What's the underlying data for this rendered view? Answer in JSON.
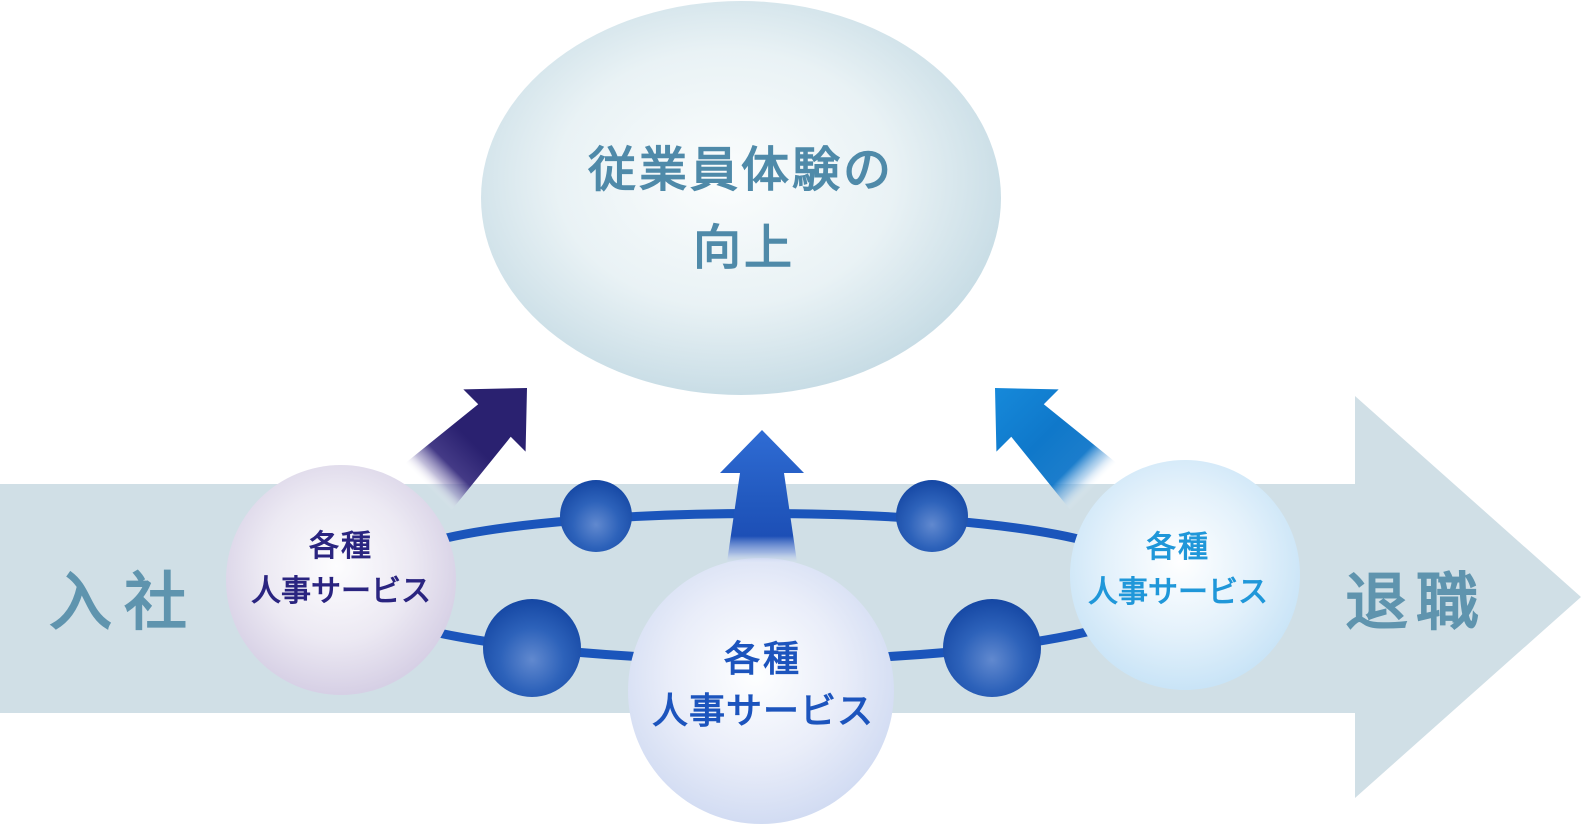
{
  "diagram": {
    "goal": {
      "line1": "従業員体験の",
      "line2": "向上"
    },
    "timeline": {
      "start": "入社",
      "end": "退職"
    },
    "nodes": {
      "left": {
        "line1": "各種",
        "line2": "人事サービス"
      },
      "center": {
        "line1": "各種",
        "line2": "人事サービス"
      },
      "right": {
        "line1": "各種",
        "line2": "人事サービス"
      }
    },
    "colors": {
      "band": "#d0dfe6",
      "timeline_text": "#5f94ae",
      "goal_text": "#4f8aa9",
      "goal_edge": "#b0cdda",
      "left_node_text": "#2a2480",
      "left_node_edge": "#c7bedb",
      "center_node_text": "#1c54bd",
      "center_node_edge": "#c2d0ee",
      "right_node_text": "#1f97d9",
      "right_node_edge": "#b7dbf4",
      "connector": "#1b55bb",
      "sphere_dark": "#0d3e9c",
      "sphere_light": "#6189cf",
      "up_arrow_center": "#2056c0",
      "up_arrow_left": "#2a2170",
      "up_arrow_right": "#1689da"
    }
  }
}
